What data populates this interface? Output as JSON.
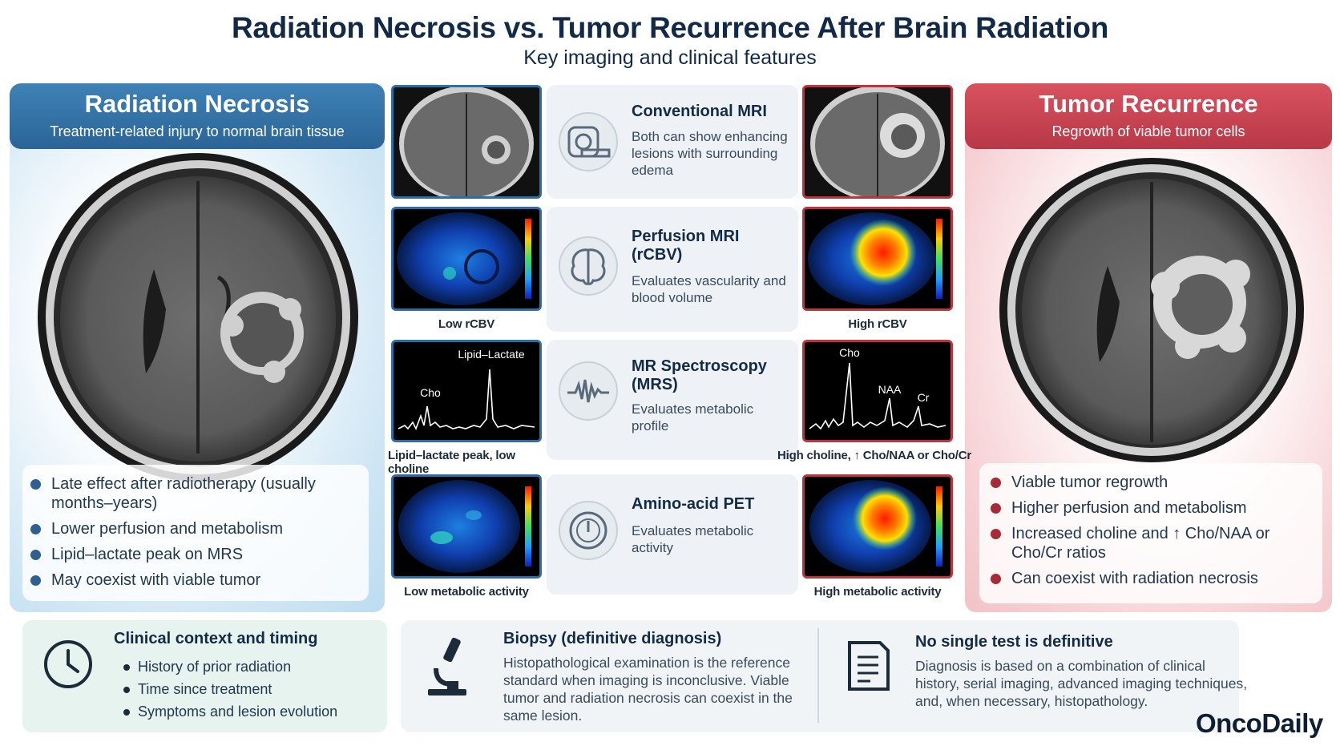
{
  "header": {
    "title": "Radiation Necrosis vs. Tumor Recurrence After Brain Radiation",
    "subtitle": "Key imaging and clinical features"
  },
  "left_panel": {
    "title": "Radiation Necrosis",
    "subtitle": "Treatment-related injury to normal brain tissue",
    "accent": "#2a6497",
    "bullets": [
      "Late effect after radiotherapy (usually months–years)",
      "Lower perfusion and metabolism",
      "Lipid–lactate peak on MRS",
      "May coexist with viable tumor"
    ]
  },
  "right_panel": {
    "title": "Tumor Recurrence",
    "subtitle": "Regrowth of viable tumor cells",
    "accent": "#b83847",
    "bullets": [
      "Viable tumor regrowth",
      "Higher perfusion and metabolism",
      "Increased choline and ↑ Cho/NAA or Cho/Cr ratios",
      "Can coexist with radiation necrosis"
    ]
  },
  "modalities": [
    {
      "title": "Conventional MRI",
      "description": "Both can show enhancing lesions with surrounding edema",
      "icon": "mri-scanner-icon",
      "left_caption": "",
      "right_caption": ""
    },
    {
      "title": "Perfusion MRI (rCBV)",
      "description": "Evaluates vascularity and blood volume",
      "icon": "brain-icon",
      "left_caption": "Low rCBV",
      "right_caption": "High rCBV"
    },
    {
      "title": "MR Spectroscopy (MRS)",
      "description": "Evaluates metabolic profile",
      "icon": "waveform-icon",
      "left_caption": "Lipid–lactate peak, low choline",
      "right_caption": "High choline, ↑ Cho/NAA or Cho/Cr"
    },
    {
      "title": "Amino-acid PET",
      "description": "Evaluates metabolic activity",
      "icon": "pet-scanner-icon",
      "left_caption": "Low metabolic activity",
      "right_caption": "High metabolic activity"
    }
  ],
  "spectra": {
    "left_labels": {
      "lipid": "Lipid–Lactate",
      "cho": "Cho"
    },
    "right_labels": {
      "cho": "Cho",
      "naa": "NAA",
      "cr": "Cr"
    }
  },
  "clinical": {
    "title": "Clinical context and timing",
    "icon": "clock-icon",
    "bullets": [
      "History of prior radiation",
      "Time since treatment",
      "Symptoms and lesion evolution"
    ]
  },
  "biopsy": {
    "title": "Biopsy (definitive diagnosis)",
    "icon": "microscope-icon",
    "text": "Histopathological examination is the reference standard when imaging is inconclusive. Viable tumor and radiation necrosis can coexist in the same lesion."
  },
  "no_single_test": {
    "title": "No single test is definitive",
    "icon": "document-icon",
    "text": "Diagnosis is based on a combination of clinical history, serial imaging, advanced imaging techniques, and, when necessary, histopathology."
  },
  "brand": "OncoDaily"
}
